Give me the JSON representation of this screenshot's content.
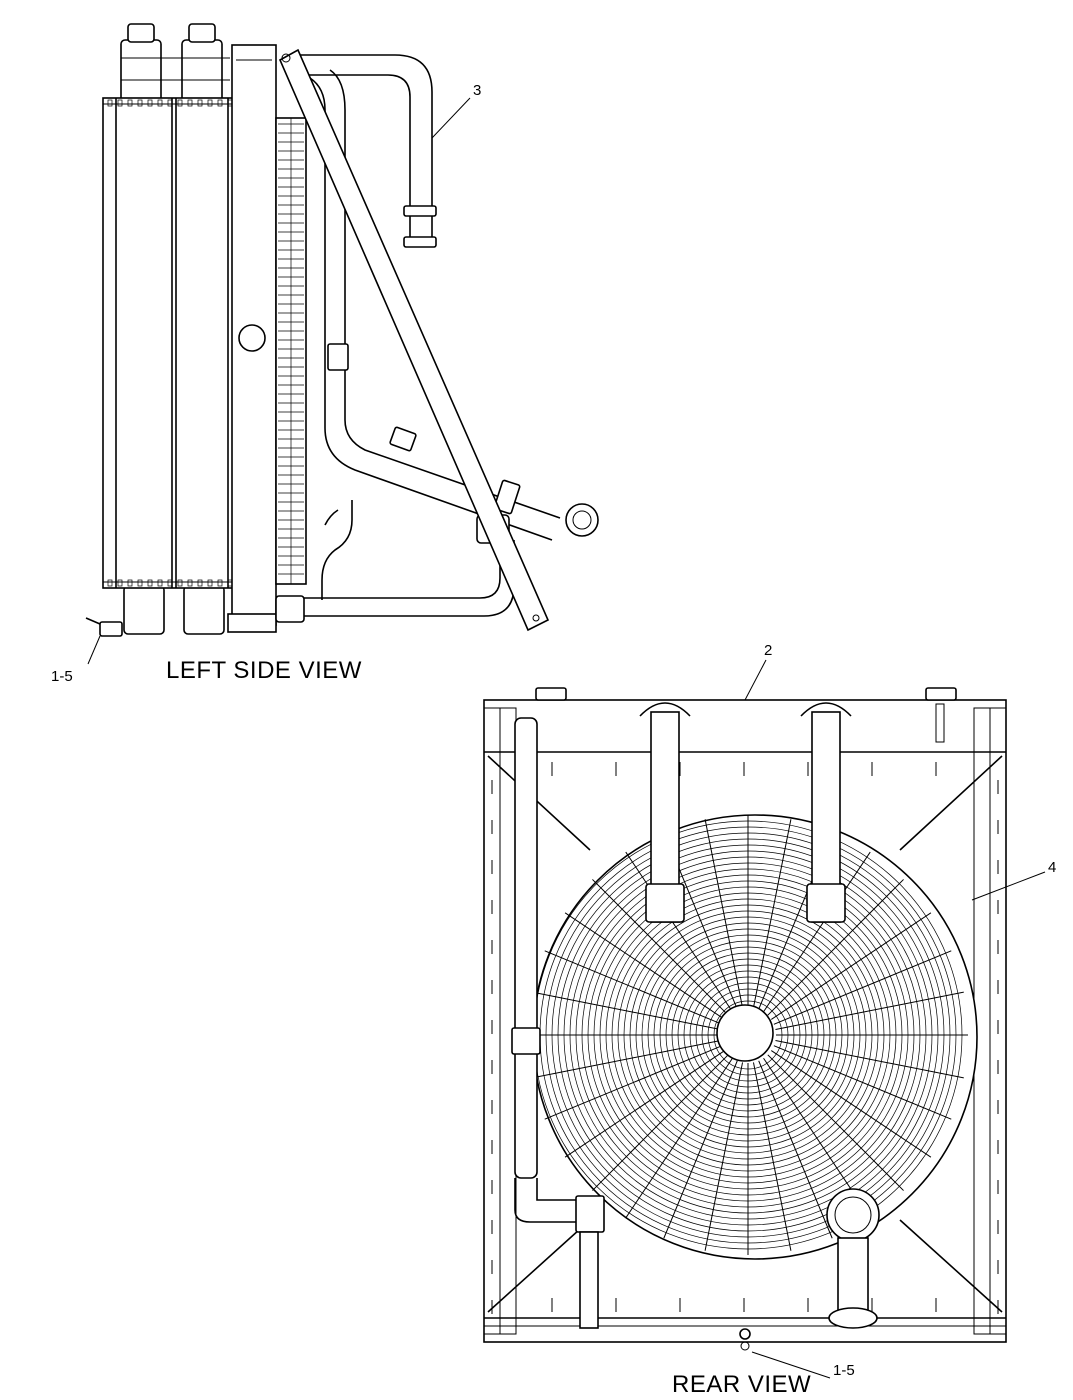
{
  "views": {
    "left_side": {
      "title": "LEFT SIDE VIEW"
    },
    "rear": {
      "title": "REAR VIEW"
    }
  },
  "callouts": {
    "left_side": [
      {
        "id": "c3",
        "label": "3"
      },
      {
        "id": "c15a",
        "label": "1-5"
      }
    ],
    "rear": [
      {
        "id": "c2",
        "label": "2"
      },
      {
        "id": "c4",
        "label": "4"
      },
      {
        "id": "c15b",
        "label": "1-5"
      }
    ]
  },
  "colors": {
    "line": "#000000",
    "background": "#ffffff"
  }
}
